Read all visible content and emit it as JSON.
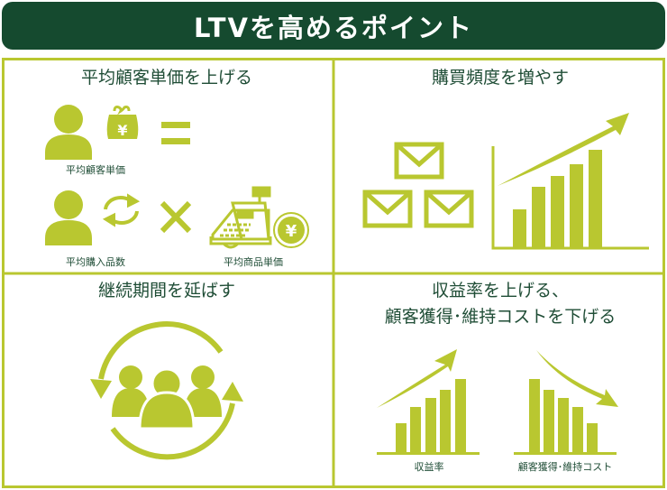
{
  "header": {
    "title": "LTVを高めるポイント"
  },
  "colors": {
    "header_bg": "#154a2f",
    "accent": "#b9c730",
    "text": "#1f4d36"
  },
  "panels": {
    "average_spend": {
      "title": "平均顧客単価を上げる",
      "label_avg_customer_price": "平均顧客単価",
      "label_avg_purchase_count": "平均購入品数",
      "label_avg_item_price": "平均商品単価",
      "yen": "¥",
      "icons": [
        "person-icon",
        "purse-yen-icon",
        "equals-icon",
        "cycle-arrows-icon",
        "multiply-icon",
        "cash-register-icon",
        "yen-coin-icon"
      ]
    },
    "purchase_frequency": {
      "title": "購買頻度を増やす",
      "icons": [
        "envelope-icon",
        "rising-bar-chart-icon",
        "up-arrow-icon"
      ]
    },
    "retention": {
      "title": "継続期間を延ばす",
      "icons": [
        "circular-arrows-icon",
        "group-people-icon"
      ]
    },
    "profitability": {
      "title_line1": "収益率を上げる、",
      "title_line2": "顧客獲得･維持コストを下げる",
      "label_profit": "収益率",
      "label_cost": "顧客獲得･維持コスト"
    }
  }
}
